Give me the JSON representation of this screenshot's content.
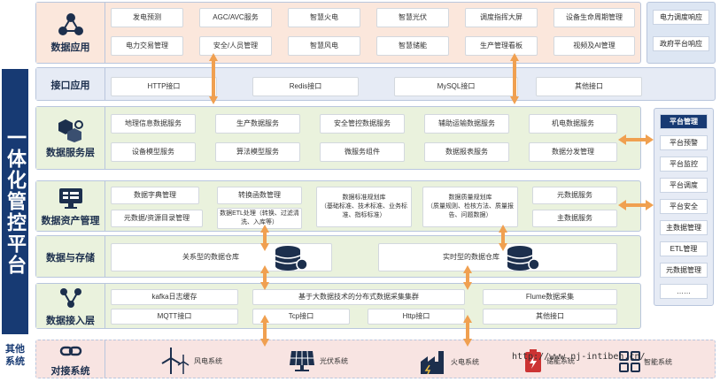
{
  "title": "一体化管控平台",
  "other_systems_label": "其他系统",
  "layers": {
    "app": {
      "label": "数据应用",
      "items": [
        "发电预测",
        "AGC/AVC服务",
        "智慧火电",
        "智慧光伏",
        "调度指挥大屏",
        "设备生命周期管理",
        "电力交易管理",
        "安全/人员管理",
        "智慧风电",
        "智慧储能",
        "生产管理看板",
        "视频及AI管理"
      ]
    },
    "api": {
      "label": "接口应用",
      "items": [
        "HTTP接口",
        "Redis接口",
        "MySQL接口",
        "其他接口"
      ]
    },
    "service": {
      "label": "数据服务层",
      "items": [
        "地理信息数据服务",
        "生产数据服务",
        "安全管控数据服务",
        "辅助运输数据服务",
        "机电数据服务",
        "设备模型服务",
        "算法模型服务",
        "微服务组件",
        "数据报表服务",
        "数据分发管理"
      ]
    },
    "asset": {
      "label": "数据资产管理",
      "items": [
        "数据字典管理",
        "转换函数管理",
        "元数据服务",
        "元数据/资源目录管理",
        "数据ETL处理（转换、过滤清洗、入库等）",
        "主数据服务"
      ],
      "standard": "数据标准规划库\n（基础标准、技术标准、业务标准、指标标准）",
      "quality": "数据质量规划库\n（质量规则、检核方法、质量报告、问题数据）"
    },
    "storage": {
      "label": "数据与存储",
      "relational": "关系型的数据仓库",
      "realtime": "实时型的数据仓库"
    },
    "ingest": {
      "label": "数据接入层",
      "items": [
        "kafka日志缓存",
        "基于大数据技术的分布式数据采集集群",
        "Flume数据采集",
        "MQTT接口",
        "Tcp接口",
        "Http接口",
        "其他接口"
      ]
    },
    "other": {
      "label": "对接系统",
      "items": [
        "风电系统",
        "光伏系统",
        "火电系统",
        "储能系统",
        "智能系统"
      ]
    }
  },
  "right_top": [
    "电力调度响应",
    "政府平台响应"
  ],
  "right_mgmt": [
    "平台管理",
    "平台预警",
    "平台监控",
    "平台调度",
    "平台安全",
    "主数据管理",
    "ETL管理",
    "元数据管理",
    "……"
  ],
  "watermark": "http://www.nj-intiben.cn/",
  "colors": {
    "title_bg": "#173a73",
    "app_bg": "#fbe7dc",
    "api_bg": "#e6ebf5",
    "mid_bg": "#eaf2dd",
    "other_bg": "#f8e4e2",
    "right_bg": "#dde6f3",
    "arrow": "#f0a050"
  }
}
